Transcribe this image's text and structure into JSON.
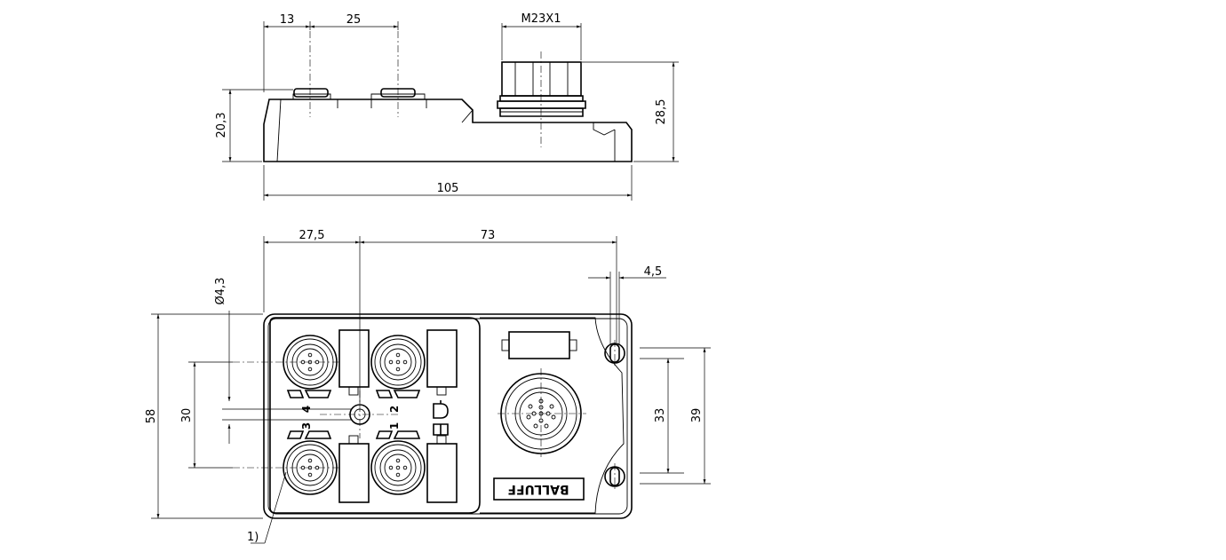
{
  "side_view": {
    "dims": {
      "port_offset": "13",
      "port_spacing": "25",
      "thread": "M23X1",
      "height_body": "20,3",
      "height_total": "28,5",
      "length": "105"
    }
  },
  "top_view": {
    "dims": {
      "hole_offset": "27,5",
      "hole_span": "73",
      "hole_dia": "Ø4,3",
      "slot_width": "4,5",
      "width": "58",
      "port_pitch": "30",
      "hole_spacing_a": "33",
      "hole_spacing_b": "39"
    },
    "port_labels": [
      "4",
      "2",
      "3",
      "1"
    ],
    "brand": "BALLUFF",
    "callout": "1)"
  }
}
